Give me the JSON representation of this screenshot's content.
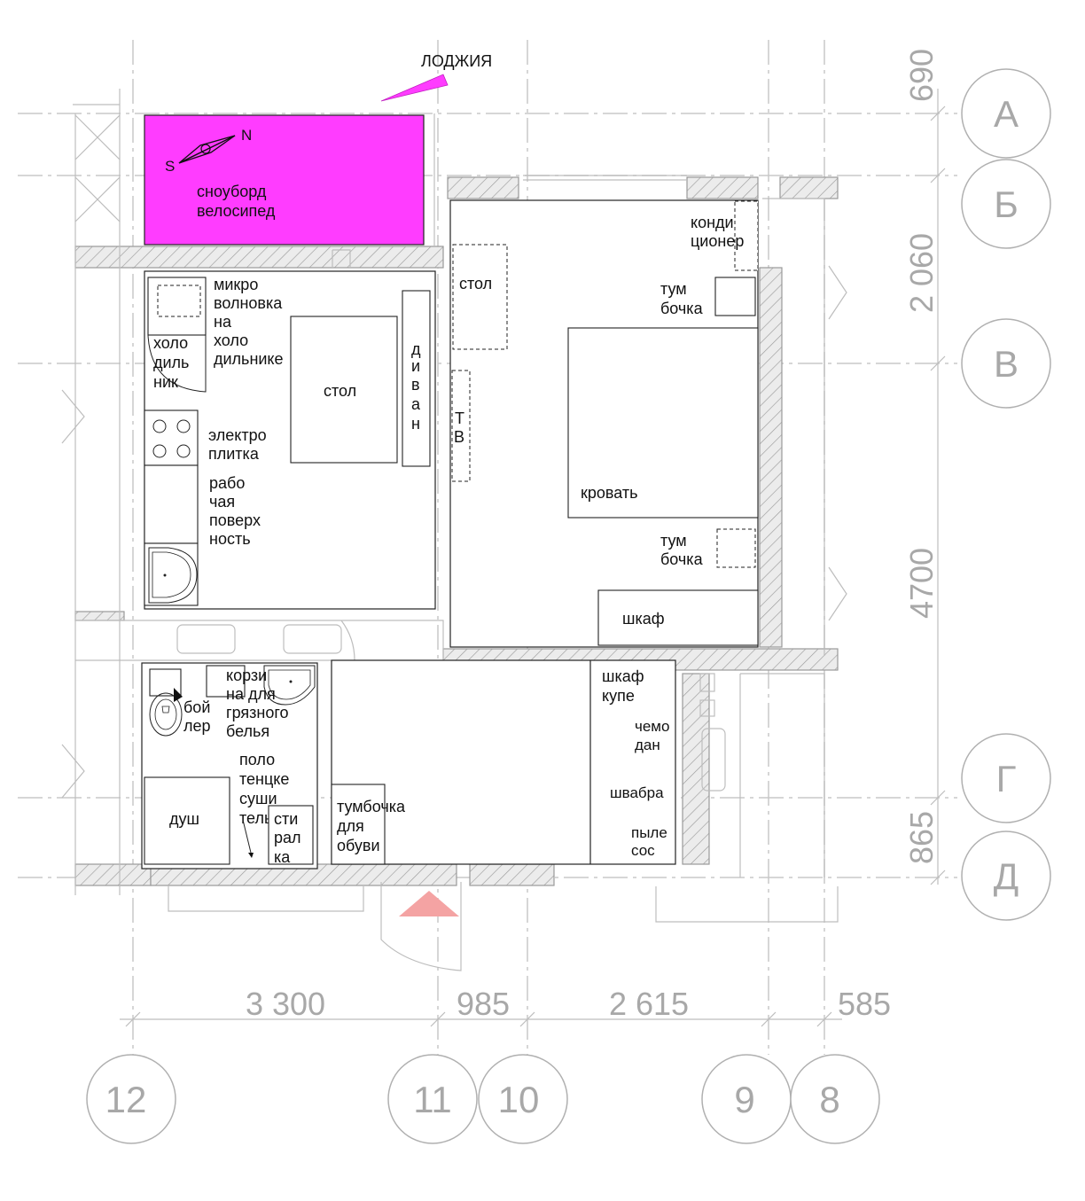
{
  "loggia": {
    "title": "ЛОДЖИЯ",
    "label_line1": "сноуборд",
    "label_line2": "велосипед",
    "fill": "#ff3cff"
  },
  "compass": {
    "north": "N",
    "south": "S"
  },
  "dimensions": {
    "right": [
      "690",
      "2 060",
      "4700",
      "865"
    ],
    "bottom": [
      "3 300",
      "985",
      "2 615",
      "585"
    ]
  },
  "axes": {
    "rows": [
      "А",
      "Б",
      "В",
      "Г",
      "Д"
    ],
    "columns": [
      "12",
      "11",
      "10",
      "9",
      "8"
    ]
  },
  "kitchen": {
    "microwave": [
      "микро",
      "волновка",
      "на",
      "холо",
      "дильнике"
    ],
    "fridge": [
      "холо",
      "диль",
      "ник"
    ],
    "table": "стол",
    "sofa": [
      "д",
      "и",
      "в",
      "а",
      "н"
    ],
    "stove": [
      "электро",
      "плитка"
    ],
    "worktop": [
      "рабо",
      "чая",
      "поверх",
      "ность"
    ]
  },
  "bedroom": {
    "desk": "стол",
    "tv": [
      "Т",
      "В"
    ],
    "ac": [
      "конди",
      "ционер"
    ],
    "nightstand_top": [
      "тум",
      "бочка"
    ],
    "bed": "кровать",
    "nightstand_bottom": [
      "тум",
      "бочка"
    ],
    "wardrobe": "шкаф"
  },
  "bathroom": {
    "boiler": [
      "бой",
      "лер"
    ],
    "laundry_basket": [
      "корзи",
      "на для",
      "грязного",
      "белья"
    ],
    "towel_dryer": [
      "поло",
      "тенцке",
      "суши",
      "тель"
    ],
    "shower": "душ",
    "washer": [
      "сти",
      "рал",
      "ка"
    ]
  },
  "hall": {
    "shoe_cabinet": [
      "тумбочка",
      "для",
      "обуви"
    ],
    "closet": [
      "шкаф",
      "купе"
    ],
    "suitcase": [
      "чемо",
      "дан"
    ],
    "mop": "швабра",
    "vacuum": [
      "пыле",
      "сос"
    ]
  },
  "colors": {
    "loggia": "#ff3cff",
    "entrance_arrow": "#f4a3a3",
    "grid": "#c8c8c8"
  }
}
